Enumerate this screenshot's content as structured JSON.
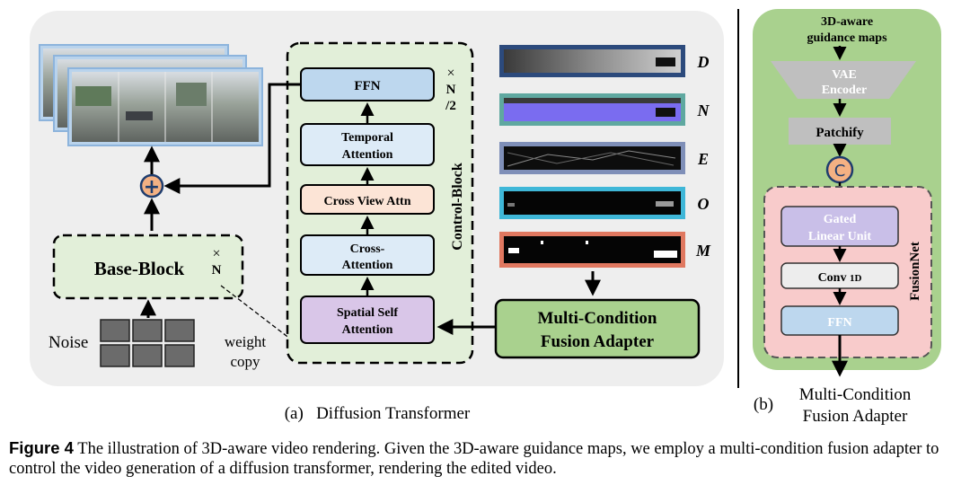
{
  "panel_a": {
    "label": "(a)   Diffusion Transformer",
    "base_block": "Base-Block",
    "base_repeat_x": "×",
    "base_repeat_n": "N",
    "noise": "Noise",
    "weight_copy_1": "weight",
    "weight_copy_2": "copy",
    "plus": "+",
    "control_block": "Control-Block",
    "ctrl_repeat_x": "×",
    "ctrl_repeat_n": "N",
    "ctrl_repeat_div": "/2",
    "ffn": "FFN",
    "temporal_1": "Temporal",
    "temporal_2": "Attention",
    "cross_view": "Cross View Attn",
    "cross_1": "Cross-",
    "cross_2": "Attention",
    "spatial_1": "Spatial Self",
    "spatial_2": "Attention",
    "mcfa_1": "Multi-Condition",
    "mcfa_2": "Fusion Adapter",
    "maps": [
      {
        "letter": "D",
        "color": "#2c4a7c"
      },
      {
        "letter": "N",
        "color": "#5fa8a0"
      },
      {
        "letter": "E",
        "color": "#7f8fb8"
      },
      {
        "letter": "O",
        "color": "#3fb7d8"
      },
      {
        "letter": "M",
        "color": "#e07860"
      }
    ]
  },
  "panel_b": {
    "label_1": "(b)",
    "label_2": "Multi-Condition",
    "label_3": "Fusion Adapter",
    "guidance_1": "3D-aware",
    "guidance_2": "guidance maps",
    "vae_1": "VAE",
    "vae_2": "Encoder",
    "patchify": "Patchify",
    "concat": "C",
    "gated_1": "Gated",
    "gated_2": "Linear Unit",
    "conv": "Conv",
    "conv_sub": "1D",
    "ffn": "FFN",
    "fusionnet": "FusionNet"
  },
  "caption": {
    "figure_label": "Figure 4",
    "text": "The illustration of 3D-aware video rendering. Given the 3D-aware guidance maps, we employ a multi-condition fusion adapter to control the video generation of a diffusion transformer, rendering the edited video."
  }
}
